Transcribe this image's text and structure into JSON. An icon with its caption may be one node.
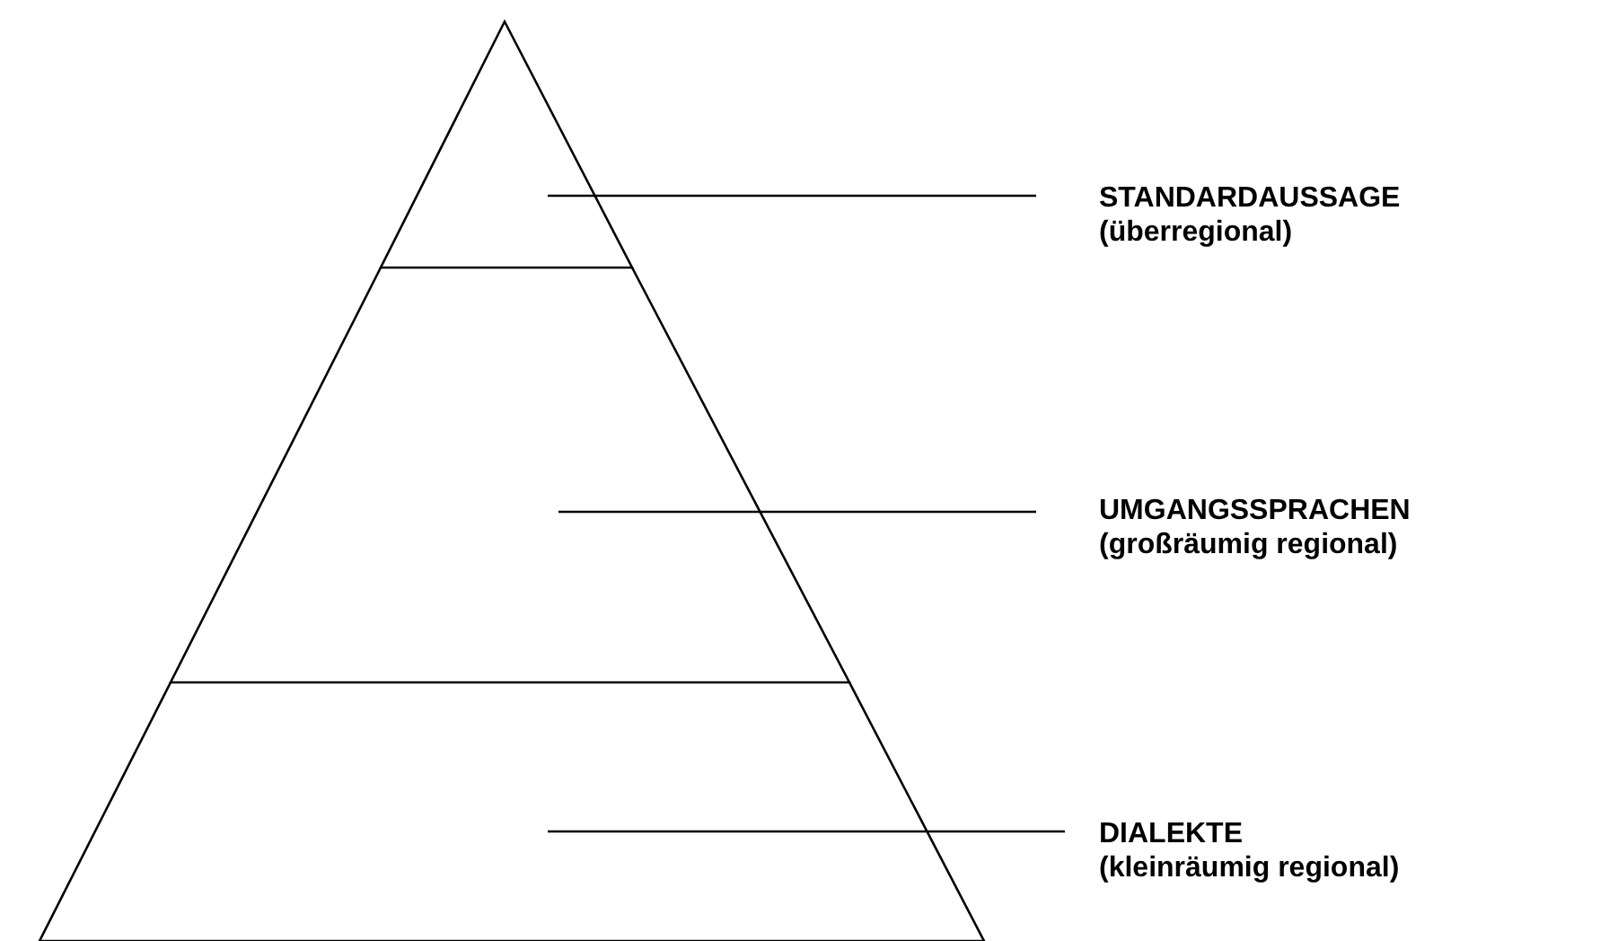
{
  "diagram": {
    "nodes": [
      {
        "text": [],
        "shape": "triangle"
      },
      {
        "text": [],
        "shape": "band"
      },
      {
        "text": [],
        "shape": "band"
      },
      {
        "text": [
          "STANDARDAUSSAGE",
          "(überregional)"
        ]
      },
      {
        "text": [
          "UMGANGSSPRACHEN",
          "(großräumig regional)"
        ]
      },
      {
        "text": [
          "DIALEKTE",
          "(kleinräumig regional)"
        ]
      }
    ],
    "edges": [
      {
        "from": 3,
        "to": 0,
        "arrow": "none"
      },
      {
        "from": 4,
        "to": 1,
        "arrow": "none"
      },
      {
        "from": 5,
        "to": 2,
        "arrow": "none"
      }
    ]
  }
}
